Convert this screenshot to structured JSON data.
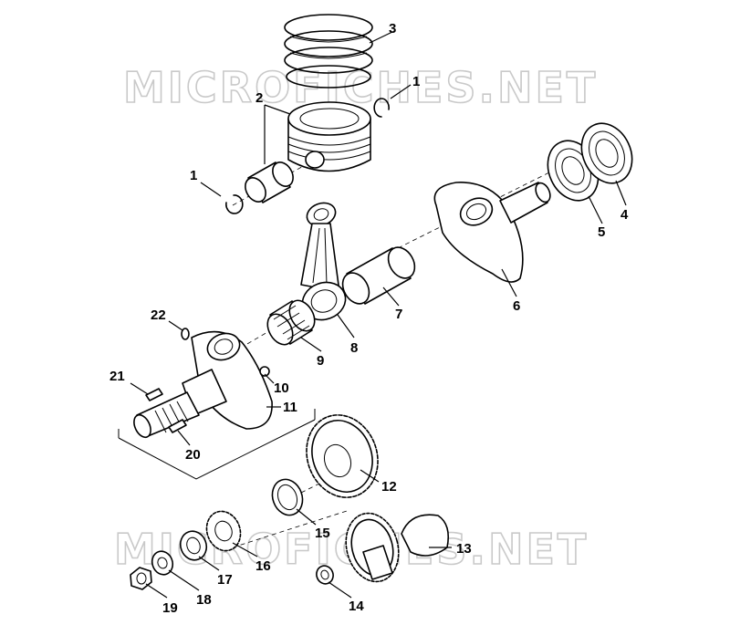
{
  "watermark": {
    "top_text": "MICROFICHES.NET",
    "bottom_text": "MICROFICHES.NET"
  },
  "callouts": {
    "c1a": "1",
    "c1b": "1",
    "c2": "2",
    "c3": "3",
    "c4": "4",
    "c5": "5",
    "c6": "6",
    "c7": "7",
    "c8": "8",
    "c9": "9",
    "c10": "10",
    "c11": "11",
    "c12": "12",
    "c13": "13",
    "c14": "14",
    "c15": "15",
    "c16": "16",
    "c17": "17",
    "c18": "18",
    "c19": "19",
    "c20": "20",
    "c21": "21",
    "c22": "22"
  }
}
